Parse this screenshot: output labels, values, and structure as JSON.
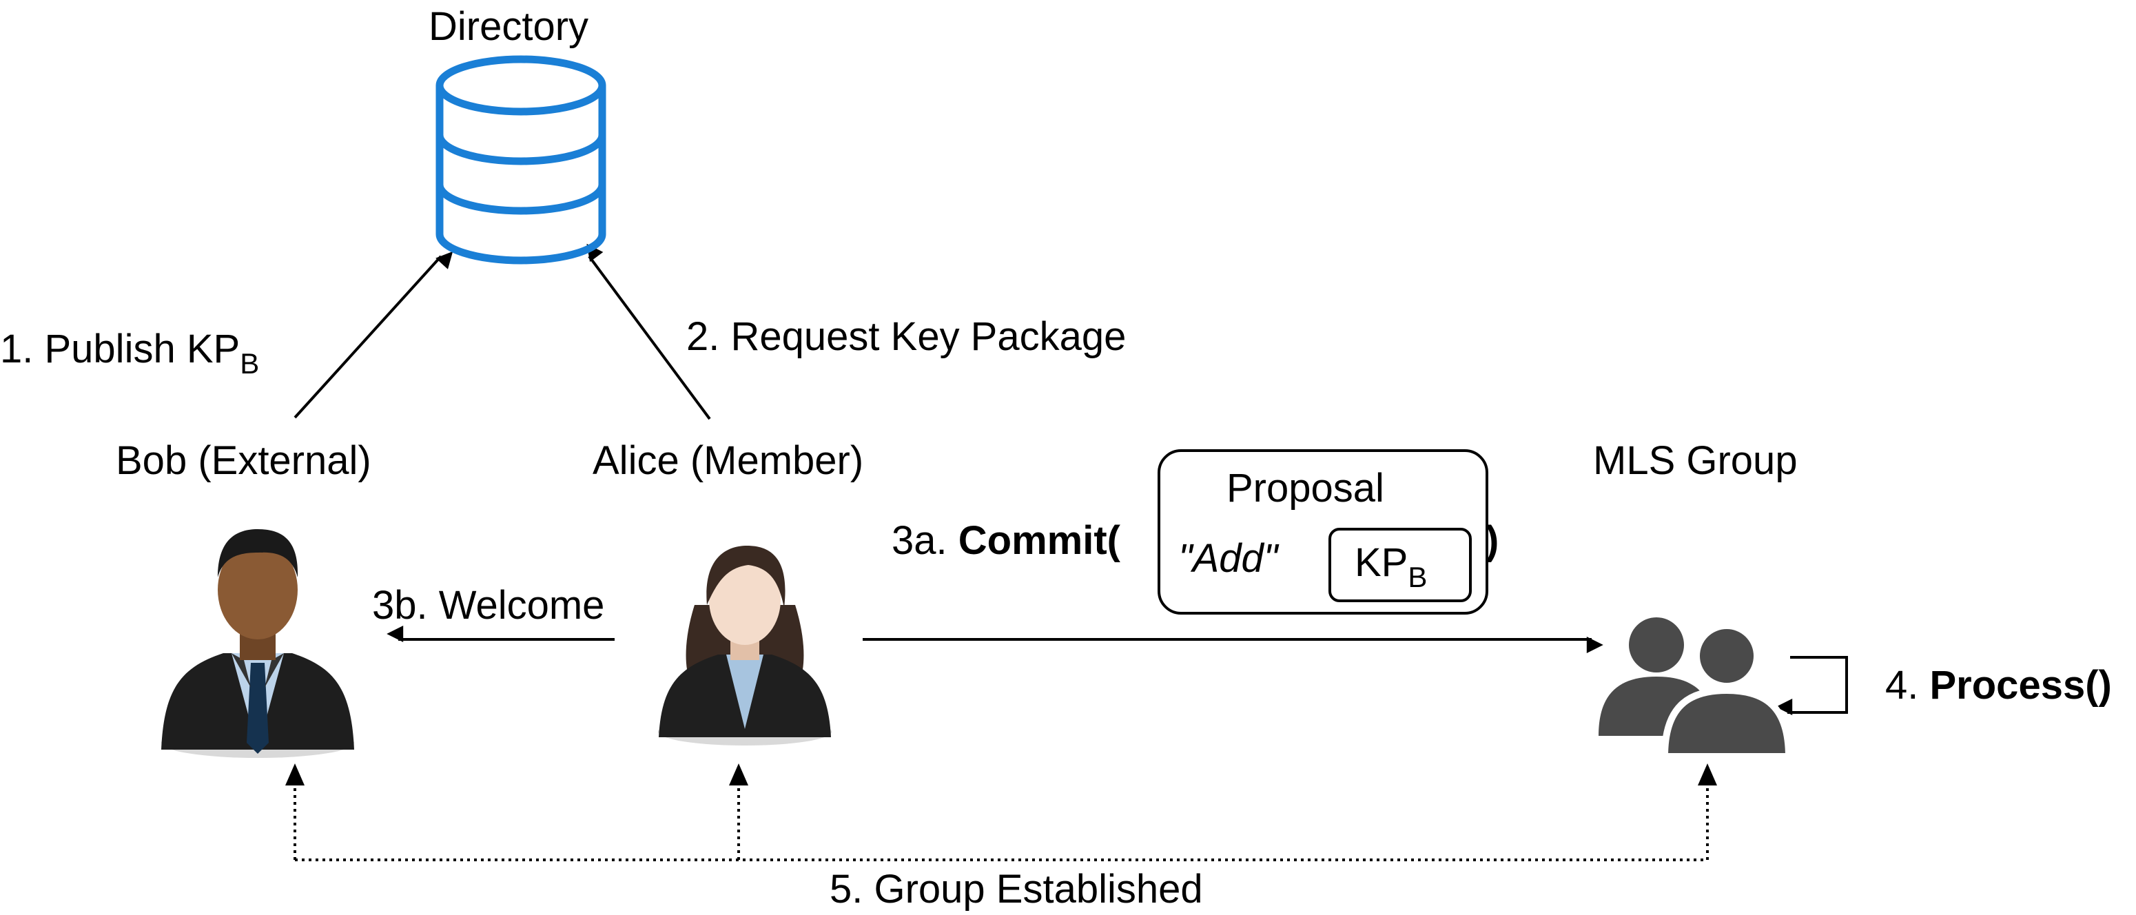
{
  "directory": {
    "label": "Directory",
    "icon": "database-icon",
    "color": "#1a7fd6"
  },
  "bob": {
    "label": "Bob (External)",
    "icon": "businessman-icon"
  },
  "alice": {
    "label": "Alice (Member)",
    "icon": "businesswoman-icon"
  },
  "group": {
    "label": "MLS Group",
    "icon": "group-users-icon",
    "color": "#4a4a4a"
  },
  "steps": {
    "publish": {
      "text": "1. Publish KP",
      "sub": "B"
    },
    "request": {
      "text": "2. Request Key Package"
    },
    "commit": {
      "prefix": "3a. ",
      "func": "Commit(",
      "close": ")"
    },
    "welcome": {
      "text": "3b. Welcome"
    },
    "process": {
      "prefix": "4. ",
      "func": "Process()"
    },
    "established": {
      "text": "5. Group Established"
    }
  },
  "proposal": {
    "title": "Proposal",
    "type": "\"Add\"",
    "kp": "KP",
    "kp_sub": "B"
  }
}
